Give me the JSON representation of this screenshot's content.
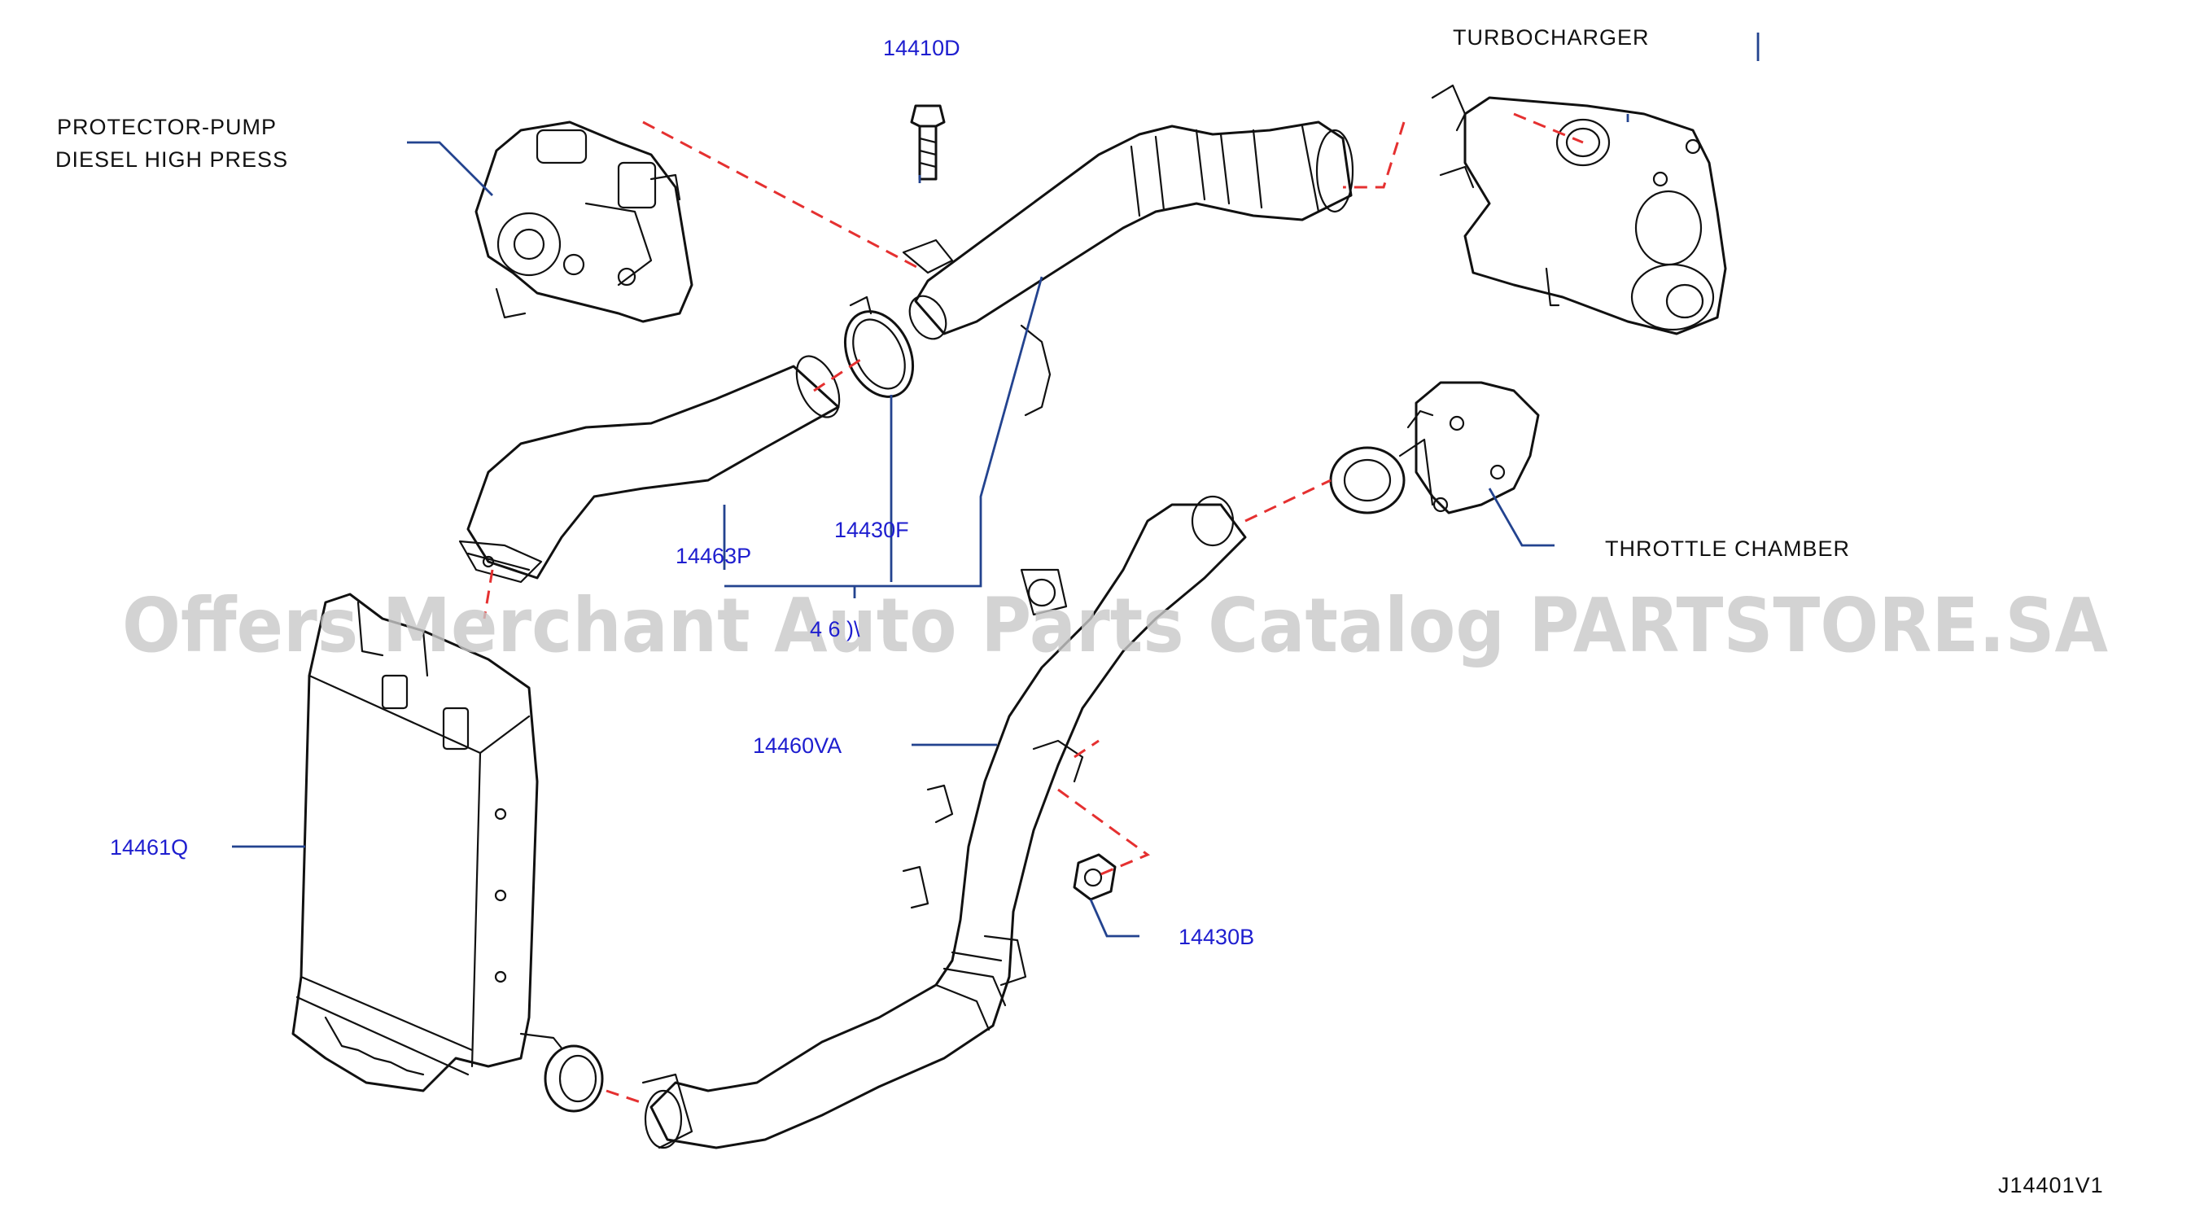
{
  "labels": {
    "protector_pump_line1": "PROTECTOR-PUMP",
    "protector_pump_line2": "DIESEL  HIGH  PRESS",
    "turbocharger": "TURBOCHARGER",
    "throttle_chamber": "THROTTLE  CHAMBER"
  },
  "part_numbers": {
    "bolt": "14410D",
    "hose_upper": "14463P",
    "clamp_upper": "14430F",
    "tube_group": "4 6 )\\",
    "tube_lower": "14460VA",
    "intercooler": "14461Q",
    "nut": "14430B"
  },
  "diagram_id": "J14401V1",
  "watermark": "Offers Merchant Auto Parts Catalog PARTSTORE.SA",
  "colors": {
    "part_number_text": "#1e1ecf",
    "leader_line": "#23438f",
    "connection_dash": "#e53030",
    "watermark": "#c9c9c9"
  }
}
